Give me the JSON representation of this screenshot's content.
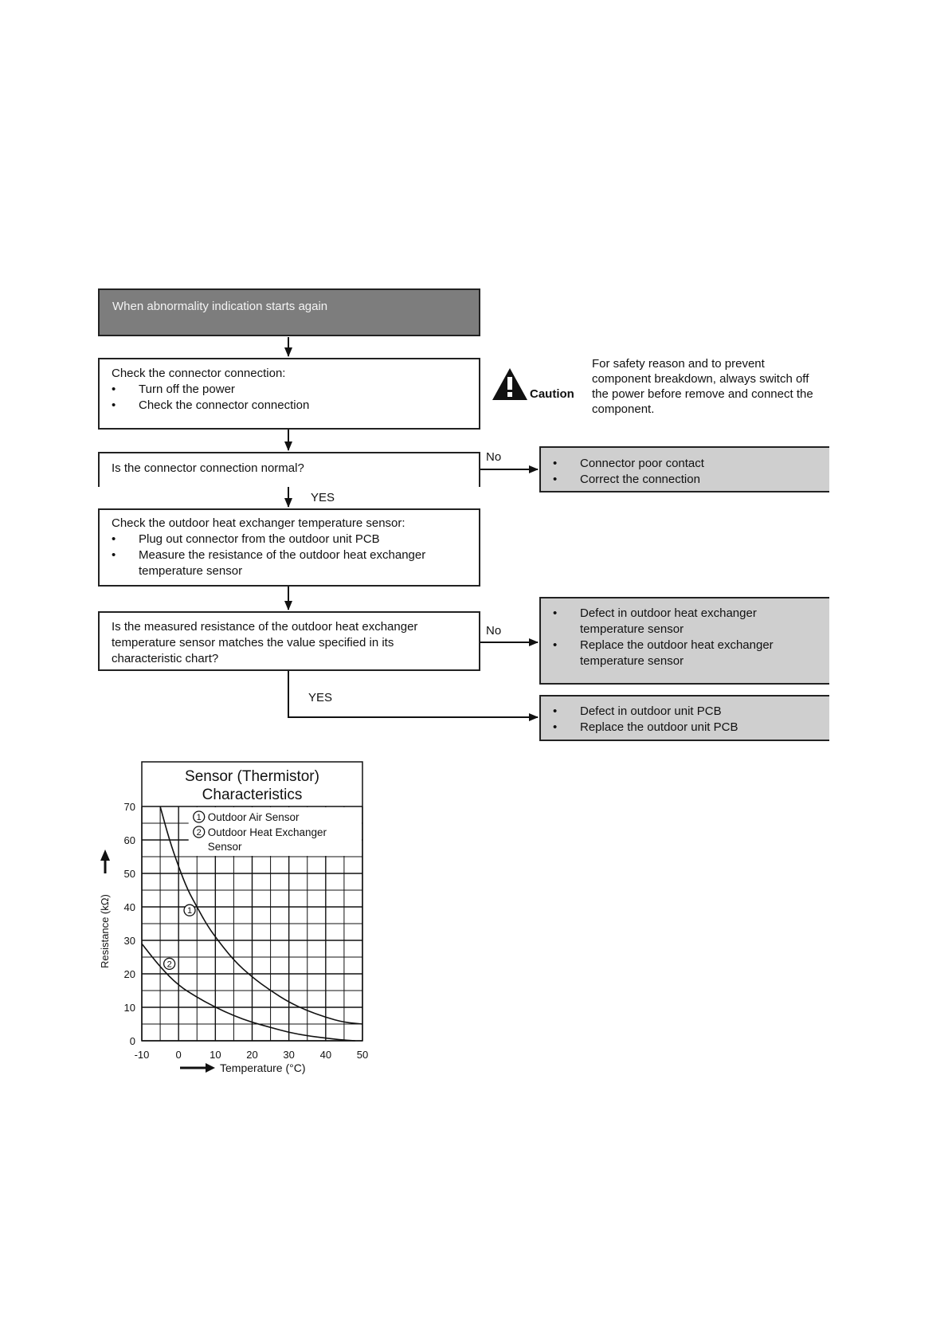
{
  "flow": {
    "start": "When abnormality indication starts again",
    "check_connector": {
      "title": "Check the connector connection:",
      "items": [
        "Turn off the power",
        "Check the connector connection"
      ]
    },
    "q_connector": "Is the connector connection normal?",
    "no_label_1": "No",
    "result_connector": [
      "Connector poor contact",
      "Correct the connection"
    ],
    "yes_label_1": "YES",
    "check_sensor": {
      "title": "Check the outdoor heat exchanger temperature sensor:",
      "items": [
        "Plug out connector from the outdoor unit PCB",
        "Measure the resistance of the outdoor heat exchanger temperature sensor"
      ]
    },
    "q_resistance": "Is the measured resistance of the outdoor heat exchanger temperature sensor matches the value specified in its characteristic chart?",
    "no_label_2": "No",
    "result_sensor": [
      "Defect in outdoor heat exchanger temperature sensor",
      "Replace the outdoor heat exchanger temperature sensor"
    ],
    "yes_label_2": "YES",
    "result_pcb": [
      "Defect in outdoor unit PCB",
      "Replace the outdoor unit PCB"
    ]
  },
  "caution": {
    "icon": "warning-triangle-icon",
    "label": "Caution",
    "text": "For safety reason and to prevent component breakdown, always switch off the power before remove and connect the component."
  },
  "colors": {
    "start_fill": "#7d7d7d",
    "result_fill": "#cfcfcf",
    "line": "#222222"
  },
  "chart_data": {
    "type": "line",
    "title": "Sensor (Thermistor) Characteristics",
    "xlabel": "Temperature (°C)",
    "ylabel": "Resistance (kΩ)",
    "xlim": [
      -10,
      50
    ],
    "ylim": [
      0,
      70
    ],
    "xticks": [
      "-10",
      "0",
      "10",
      "20",
      "30",
      "40",
      "50"
    ],
    "yticks": [
      "0",
      "10",
      "20",
      "30",
      "40",
      "50",
      "60",
      "70"
    ],
    "grid": true,
    "legend": [
      "Outdoor Air Sensor",
      "Outdoor Heat Exchanger Sensor"
    ],
    "series": [
      {
        "name": "Outdoor Air Sensor",
        "marker": "1",
        "x": [
          -5,
          -2.5,
          0,
          2.5,
          5,
          7.5,
          10,
          15,
          20,
          25,
          30,
          35,
          40,
          45,
          50
        ],
        "values": [
          70,
          60,
          52,
          45,
          40,
          35,
          31,
          24,
          19,
          15,
          11.5,
          9,
          7,
          5.5,
          5
        ]
      },
      {
        "name": "Outdoor Heat Exchanger Sensor",
        "marker": "2",
        "x": [
          -10,
          -5,
          0,
          5,
          10,
          15,
          20,
          25,
          30,
          35,
          40,
          45,
          48
        ],
        "values": [
          29,
          22,
          16.5,
          13,
          10,
          7.5,
          5.5,
          4,
          2.5,
          1.5,
          0.8,
          0.2,
          0
        ]
      }
    ]
  }
}
